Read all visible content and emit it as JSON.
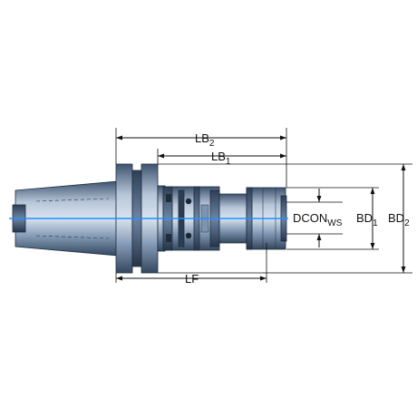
{
  "colors": {
    "body_dark": "#3f5470",
    "body_mid": "#6d84a3",
    "body_light": "#b7c6d8",
    "body_highlight": "#d9e3ee",
    "outline": "#1d2d3f",
    "axis": "#1e90ff",
    "dimension": "#111111"
  },
  "icons": {
    "holder": "toolholder-drawing",
    "arrow": "dimension-arrowhead"
  },
  "labels": {
    "lb2": {
      "base": "LB",
      "sub": "2"
    },
    "lb1": {
      "base": "LB",
      "sub": "1"
    },
    "lf": {
      "base": "LF"
    },
    "dcon": {
      "base": "DCON",
      "sub": "WS"
    },
    "bd1": {
      "base": "BD",
      "sub": "1"
    },
    "bd2": {
      "base": "BD",
      "sub": "2"
    }
  }
}
